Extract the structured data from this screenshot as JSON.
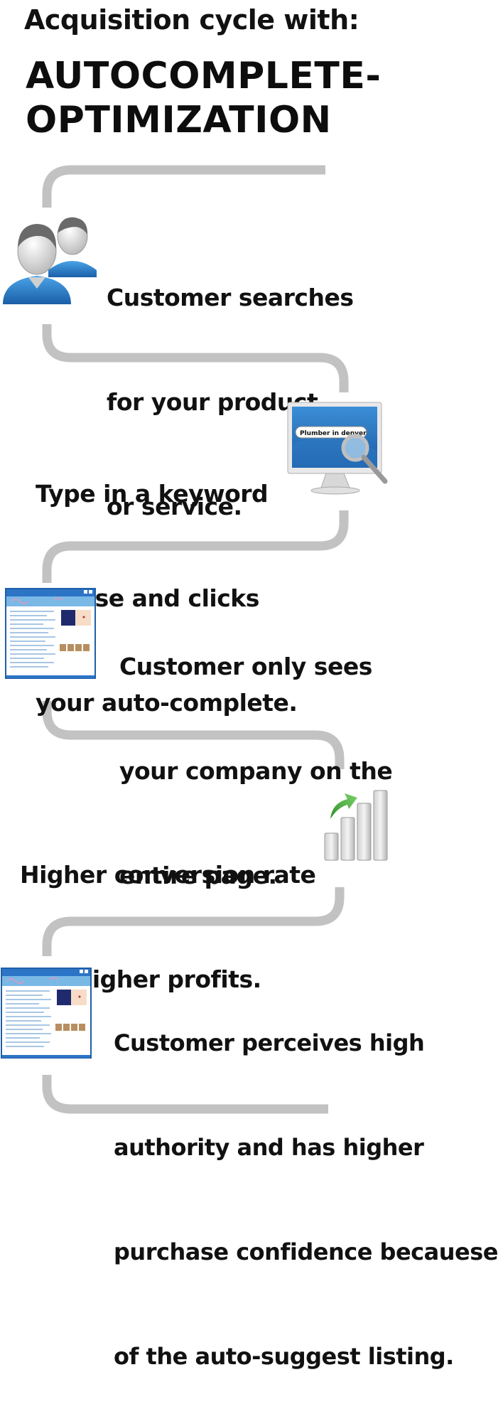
{
  "title": {
    "line1": "Acquisition cycle with:",
    "line2": "AUTOCOMPLETE-",
    "line3": "OPTIMIZATION"
  },
  "colors": {
    "connector": "#c0c0c0",
    "accent_blue": "#2a7fc4",
    "arrow_green": "#3aa935"
  },
  "steps": [
    {
      "icon": "users-icon",
      "lines": [
        "Customer searches",
        "for your product",
        "or service."
      ]
    },
    {
      "icon": "monitor-search-icon",
      "search_text": "Plumber in denver",
      "lines": [
        "Type in a keyword",
        "phrase and clicks",
        "your auto-complete."
      ]
    },
    {
      "icon": "webpage-icon",
      "lines": [
        "Customer only sees",
        "your company on the",
        "entire page."
      ]
    },
    {
      "icon": "growth-chart-icon",
      "lines": [
        "Higher conversion rate",
        "and higher profits."
      ]
    },
    {
      "icon": "webpage-icon",
      "lines": [
        "Customer perceives high",
        "authority and has higher",
        "purchase confidence becauese",
        "of the auto-suggest listing."
      ]
    }
  ]
}
